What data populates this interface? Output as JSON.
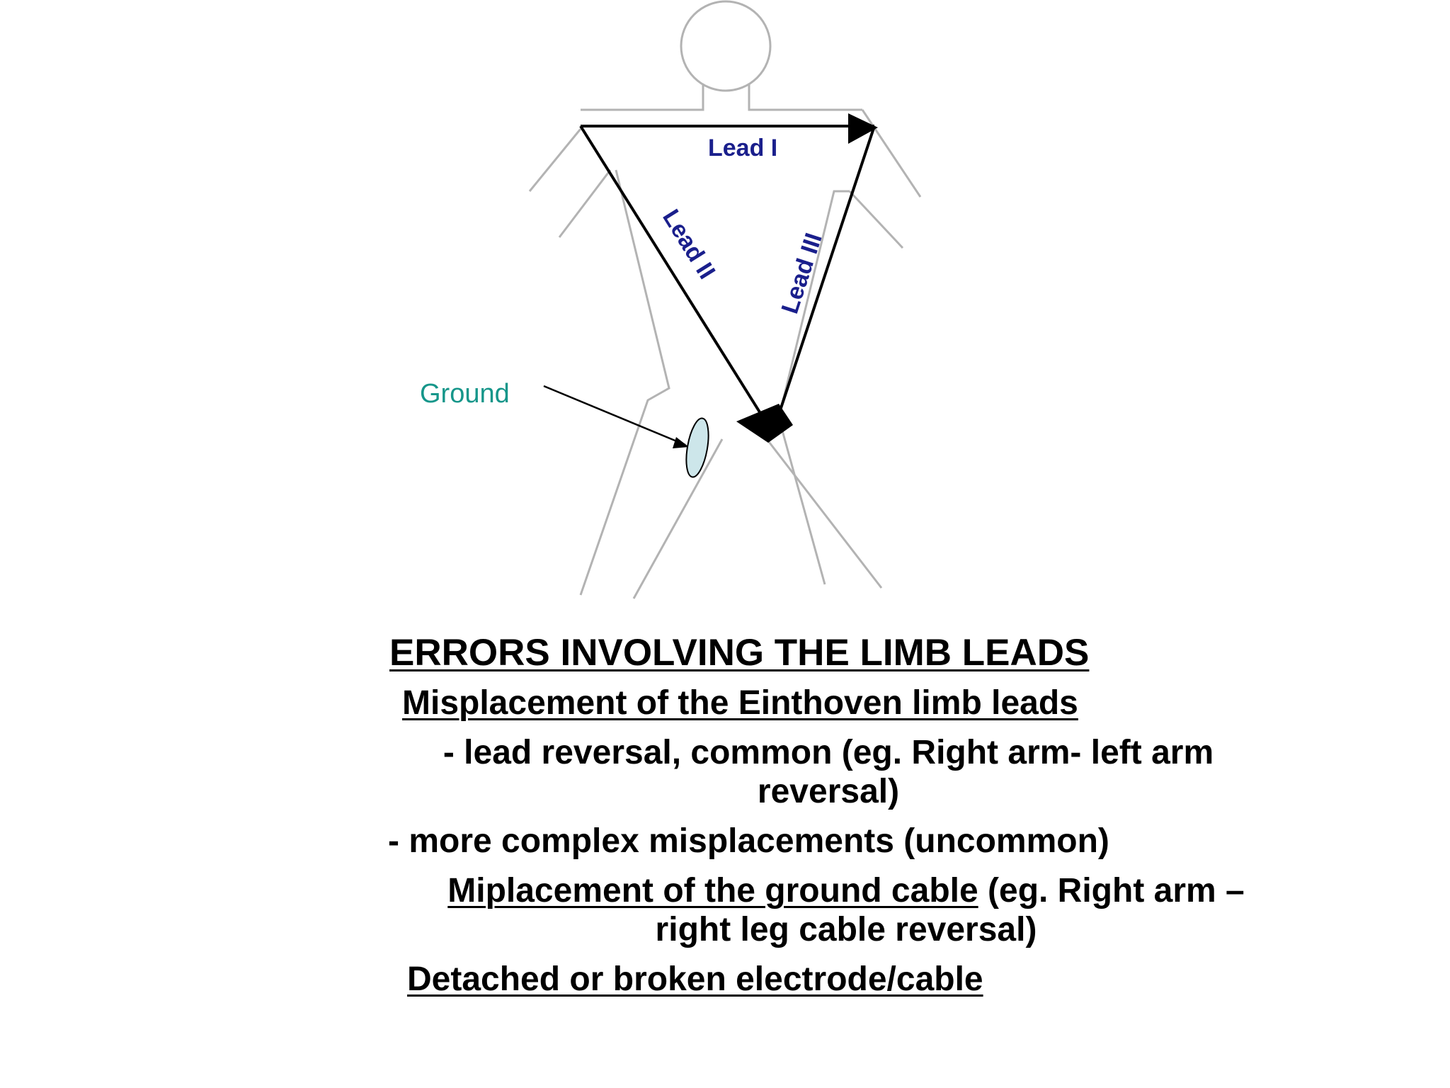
{
  "diagram": {
    "leads": {
      "lead1": "Lead I",
      "lead2": "Lead II",
      "lead3": "Lead III"
    },
    "ground_label": "Ground",
    "colors": {
      "figure_outline": "#b3b3b3",
      "lead_text": "#1a1f8c",
      "ground_text": "#16968a",
      "electrode_fill": "#cde6ea"
    }
  },
  "text": {
    "heading": "ERRORS INVOLVING THE LIMB LEADS",
    "sub1": "Misplacement of the Einthoven limb leads",
    "bullet1": "- lead reversal, common (eg. Right arm- left arm reversal)",
    "bullet2": "- more complex misplacements (uncommon)",
    "sub2_underlined": "Miplacement of the ground cable",
    "sub2_rest": " (eg. Right arm – right leg cable reversal)",
    "sub3": "Detached or broken electrode/cable"
  }
}
